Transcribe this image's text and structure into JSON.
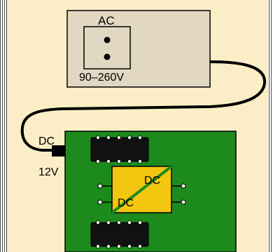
{
  "adapter": {
    "input_label": "AC",
    "voltage_label": "90–260V"
  },
  "board": {
    "input_label": "DC",
    "voltage_label": "12V",
    "converter_label_in": "DC",
    "converter_label_out": "DC"
  },
  "colors": {
    "background": "#fbeec6",
    "adapter_body": "#e2d8c1",
    "pcb": "#1d8a1d",
    "chip": "#111111",
    "converter": "#f3c60f",
    "cable": "#000000",
    "frame_stripes": "#4a4a4a"
  },
  "icons": {
    "outlet": "two-prong-socket-icon",
    "chip": "dip-ic-chip-icon",
    "converter": "dc-dc-converter-icon"
  }
}
